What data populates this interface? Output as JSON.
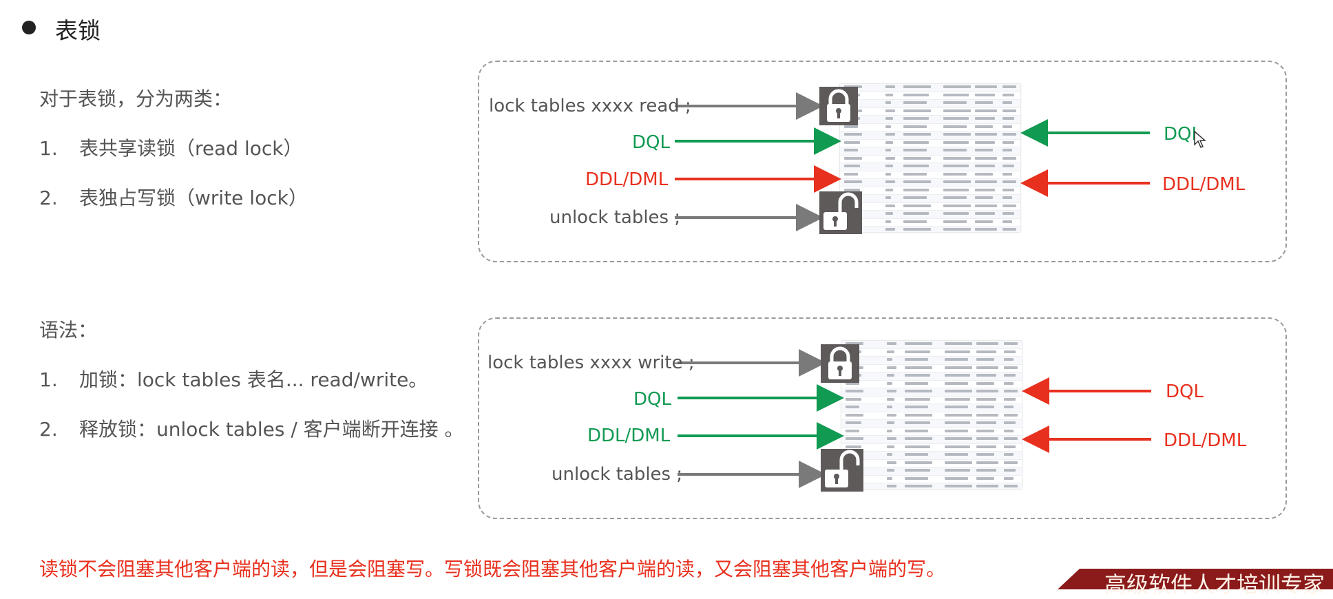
{
  "heading": "表锁",
  "intro": "对于表锁，分为两类：",
  "types": [
    {
      "num": "1.",
      "text": "表共享读锁（read lock）"
    },
    {
      "num": "2.",
      "text": "表独占写锁（write lock）"
    }
  ],
  "syntax_title": "语法：",
  "syntax": [
    {
      "num": "1.",
      "text": "加锁：lock tables  表名...  read/write。"
    },
    {
      "num": "2.",
      "text": "释放锁：unlock  tables / 客户端断开连接 。"
    }
  ],
  "read_diagram": {
    "lock_cmd": "lock tables xxxx read ;",
    "left_dql": "DQL",
    "left_ddl": "DDL/DML",
    "unlock_cmd": "unlock tables ;",
    "right_dql": "DQL",
    "right_ddl": "DDL/DML"
  },
  "write_diagram": {
    "lock_cmd": "lock tables xxxx write ;",
    "left_dql": "DQL",
    "left_ddl": "DDL/DML",
    "unlock_cmd": "unlock tables ;",
    "right_dql": "DQL",
    "right_ddl": "DDL/DML"
  },
  "footer": "读锁不会阻塞其他客户端的读，但是会阻塞写。写锁既会阻塞其他客户端的读，又会阻塞其他客户端的写。",
  "corner_banner": "高级软件人才培训专家",
  "colors": {
    "green": "#119a52",
    "red": "#e8301e",
    "gray": "#7a7a7a"
  }
}
